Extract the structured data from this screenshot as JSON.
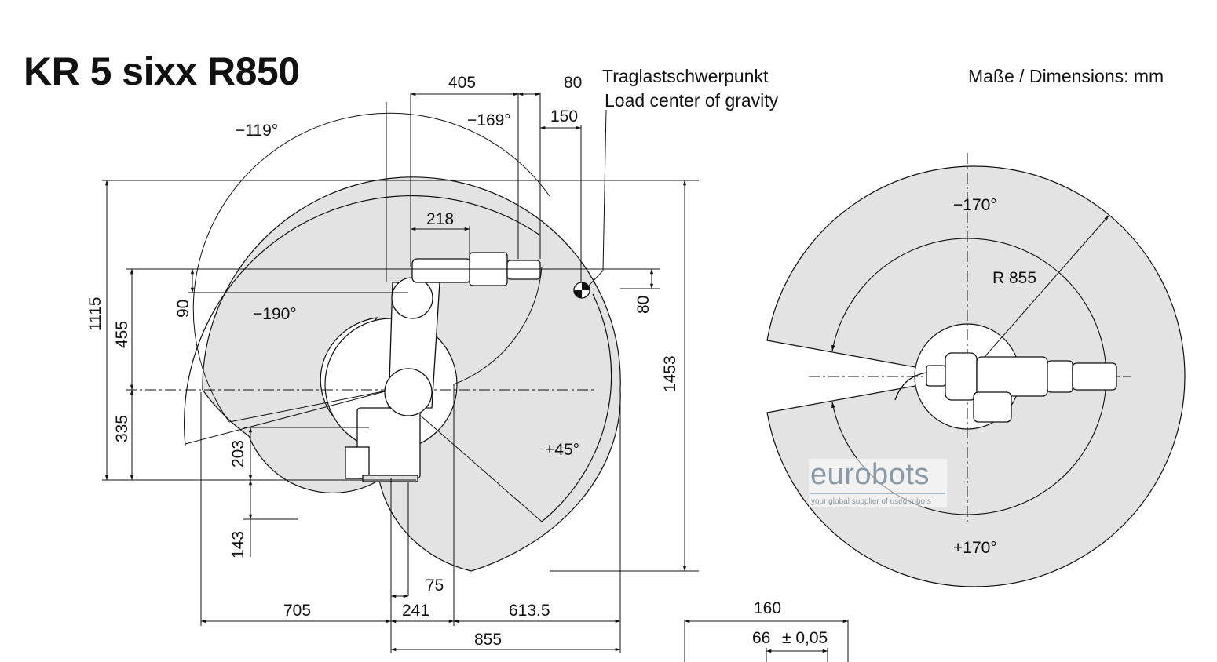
{
  "header": {
    "title": "KR 5 sixx R850",
    "units": "Maße / Dimensions: mm",
    "load_cog_de": "Traglastschwerpunkt",
    "load_cog_en": "Load center of gravity"
  },
  "side_view": {
    "dims_top": {
      "d405": "405",
      "d80": "80",
      "d150": "150",
      "d218": "218"
    },
    "angles": {
      "a_m119": "−119°",
      "a_m169": "−169°",
      "a_m190": "−190°",
      "a_p45": "+45°"
    },
    "dims_left": {
      "d1115": "1115",
      "d455": "455",
      "d335": "335",
      "d90": "90",
      "d203": "203",
      "d143": "143"
    },
    "dims_right": {
      "d80r": "80",
      "d1453": "1453"
    },
    "dims_bottom": {
      "d75": "75",
      "d705": "705",
      "d241": "241",
      "d613_5": "613.5",
      "d855": "855"
    }
  },
  "top_view": {
    "a_m170": "−170°",
    "a_p170": "+170°",
    "radius": "R 855"
  },
  "flange": {
    "d160": "160",
    "d66": "66",
    "tol": "± 0,05"
  },
  "watermark": {
    "name": "eurobots",
    "tagline": "your global supplier of used robots"
  },
  "colors": {
    "envelope": "#e3e3e3",
    "ink": "#111111",
    "watermark": "#8a9aa6"
  }
}
